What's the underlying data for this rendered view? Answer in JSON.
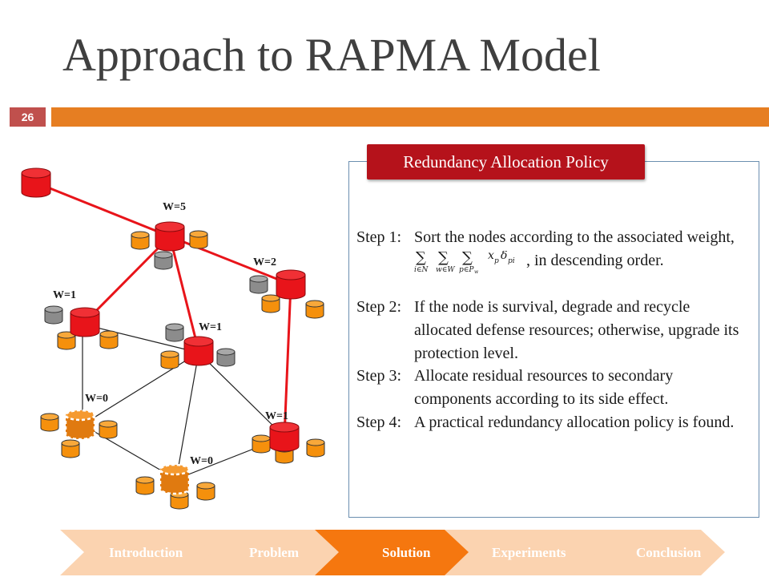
{
  "slide": {
    "title": "Approach to RAPMA Model",
    "page_number": "26"
  },
  "policy": {
    "heading": "Redundancy Allocation Policy",
    "steps": [
      {
        "label": "Step 1:",
        "text_before": "Sort the nodes according to the associated weight,",
        "text_after": ", in descending order."
      },
      {
        "label": "Step 2:",
        "text": "If the node is survival, degrade and recycle allocated defense resources; otherwise, upgrade its protection level."
      },
      {
        "label": "Step 3:",
        "text": "Allocate residual resources to secondary components according to its side effect."
      },
      {
        "label": "Step 4:",
        "text": "A practical redundancy allocation policy is found."
      }
    ],
    "formula": {
      "sum1_sub": "i∈N",
      "sum2_sub": "w∈W",
      "sum3_sub": "p∈P",
      "sum3_subsub": "w",
      "term": "x",
      "term_sub": "p",
      "delta": "δ",
      "delta_sub": "pi"
    }
  },
  "diagram": {
    "weights": [
      "W=5",
      "W=2",
      "W=1",
      "W=1",
      "W=0",
      "W=1",
      "W=0"
    ],
    "colors": {
      "primary_node": "#e8141a",
      "secondary": "#f5900c",
      "spare": "#8c8c8c",
      "link_primary": "#e8141a",
      "link_normal": "#222222"
    }
  },
  "nav": {
    "items": [
      "Introduction",
      "Problem",
      "Solution",
      "Experiments",
      "Conclusion"
    ],
    "active": "Solution",
    "colors": {
      "inactive": "#fbd3b0",
      "active": "#f5770f"
    }
  }
}
